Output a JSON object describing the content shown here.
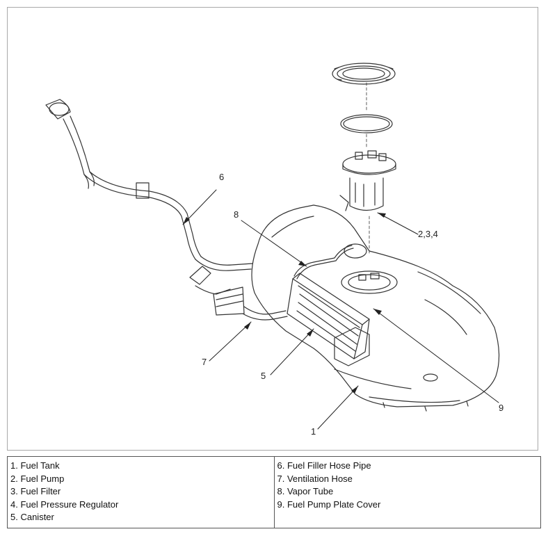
{
  "callouts": {
    "c1": "1",
    "c234": "2,3,4",
    "c5": "5",
    "c6": "6",
    "c7": "7",
    "c8": "8",
    "c9": "9"
  },
  "legend": {
    "left": [
      "1. Fuel Tank",
      "2. Fuel Pump",
      "3. Fuel Filter",
      "4. Fuel Pressure Regulator",
      "5. Canister"
    ],
    "right": [
      "6. Fuel Filler Hose Pipe",
      "7. Ventilation Hose",
      "8. Vapor Tube",
      "9. Fuel Pump Plate Cover"
    ]
  }
}
